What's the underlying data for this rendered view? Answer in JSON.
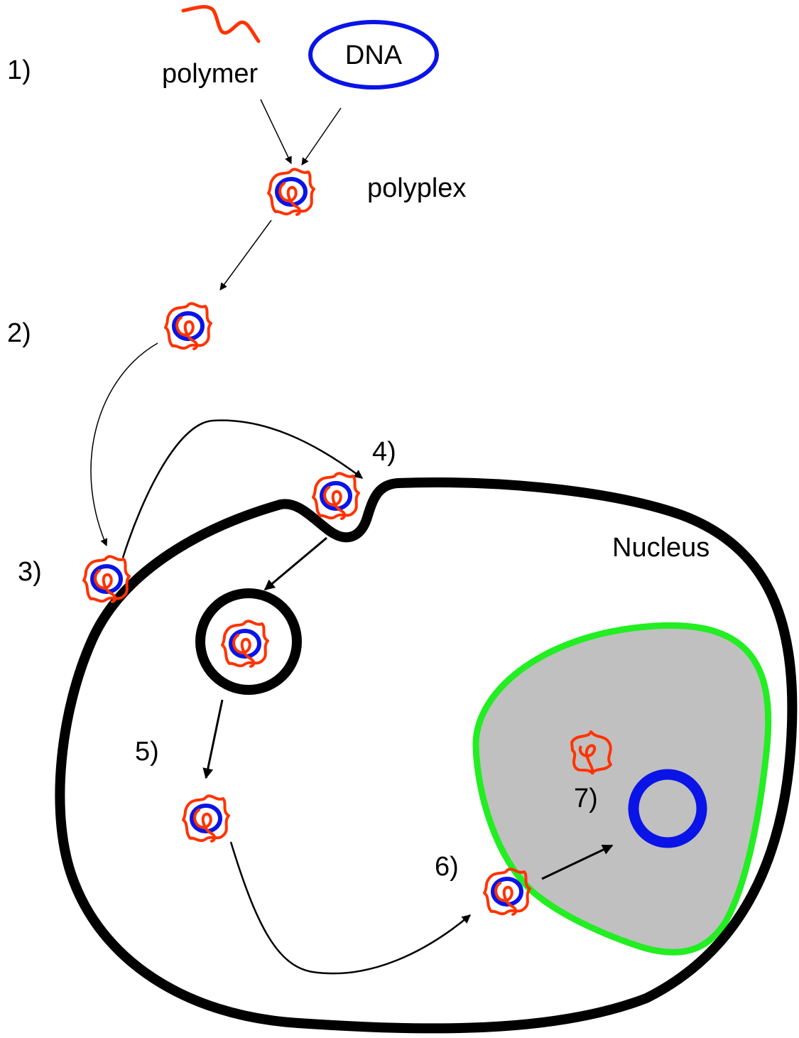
{
  "labels": {
    "step1": "1)",
    "step2": "2)",
    "step3": "3)",
    "step4": "4)",
    "step5": "5)",
    "step6": "6)",
    "step7": "7)",
    "polymer": "polymer",
    "dna": "DNA",
    "polyplex": "polyplex",
    "nucleus": "Nucleus"
  },
  "colors": {
    "polymer": "#ff3300",
    "dna": "#0a14e6",
    "membrane": "#000000",
    "nuclear_envelope": "#22ee22",
    "nucleus_fill": "#c0c0c0"
  }
}
